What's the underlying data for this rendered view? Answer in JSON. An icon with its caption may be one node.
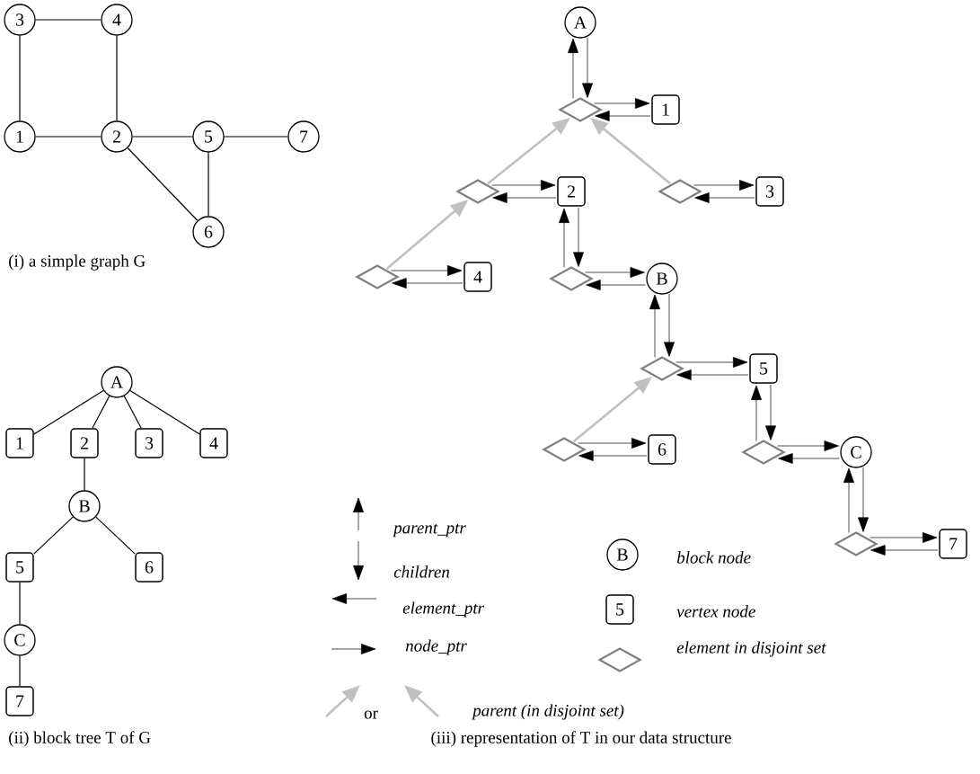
{
  "diagram": {
    "nodes": [
      {
        "text": [
          "3"
        ]
      },
      {
        "text": [
          "4"
        ]
      },
      {
        "text": [
          "1"
        ]
      },
      {
        "text": [
          "2"
        ]
      },
      {
        "text": [
          "5"
        ]
      },
      {
        "text": [
          "7"
        ]
      },
      {
        "text": [
          "6"
        ]
      },
      {
        "text": [
          "A"
        ]
      },
      {
        "text": [
          "1"
        ]
      },
      {
        "text": [
          "2"
        ]
      },
      {
        "text": [
          "3"
        ]
      },
      {
        "text": [
          "4"
        ]
      },
      {
        "text": [
          "B"
        ]
      },
      {
        "text": [
          "5"
        ]
      },
      {
        "text": [
          "6"
        ]
      },
      {
        "text": [
          "C"
        ]
      },
      {
        "text": [
          "7"
        ]
      },
      {
        "text": [
          "A"
        ]
      },
      {
        "text": [],
        "shape": "diamond"
      },
      {
        "text": [
          "1"
        ]
      },
      {
        "text": [],
        "shape": "diamond"
      },
      {
        "text": [
          "2"
        ]
      },
      {
        "text": [],
        "shape": "diamond"
      },
      {
        "text": [
          "3"
        ]
      },
      {
        "text": [],
        "shape": "diamond"
      },
      {
        "text": [
          "4"
        ]
      },
      {
        "text": [],
        "shape": "diamond"
      },
      {
        "text": [
          "B"
        ]
      },
      {
        "text": [],
        "shape": "diamond"
      },
      {
        "text": [
          "5"
        ]
      },
      {
        "text": [],
        "shape": "diamond"
      },
      {
        "text": [
          "6"
        ]
      },
      {
        "text": [],
        "shape": "diamond"
      },
      {
        "text": [
          "C"
        ]
      },
      {
        "text": [],
        "shape": "diamond"
      },
      {
        "text": [
          "7"
        ]
      }
    ],
    "edges": [
      {
        "from": 0,
        "to": 1,
        "arrow": "none"
      },
      {
        "from": 0,
        "to": 2,
        "arrow": "none"
      },
      {
        "from": 1,
        "to": 3,
        "arrow": "none"
      },
      {
        "from": 2,
        "to": 3,
        "arrow": "none"
      },
      {
        "from": 3,
        "to": 4,
        "arrow": "none"
      },
      {
        "from": 4,
        "to": 5,
        "arrow": "none"
      },
      {
        "from": 3,
        "to": 6,
        "arrow": "none"
      },
      {
        "from": 4,
        "to": 6,
        "arrow": "none"
      },
      {
        "from": 7,
        "to": 8,
        "arrow": "none"
      },
      {
        "from": 7,
        "to": 9,
        "arrow": "none"
      },
      {
        "from": 7,
        "to": 10,
        "arrow": "none"
      },
      {
        "from": 7,
        "to": 11,
        "arrow": "none"
      },
      {
        "from": 9,
        "to": 12,
        "arrow": "none"
      },
      {
        "from": 12,
        "to": 13,
        "arrow": "none"
      },
      {
        "from": 12,
        "to": 14,
        "arrow": "none"
      },
      {
        "from": 13,
        "to": 15,
        "arrow": "none"
      },
      {
        "from": 15,
        "to": 16,
        "arrow": "none"
      },
      {
        "from": 18,
        "to": 17,
        "arrow": "to"
      },
      {
        "from": 17,
        "to": 18,
        "arrow": "to"
      },
      {
        "from": 18,
        "to": 19,
        "arrow": "to"
      },
      {
        "from": 19,
        "to": 18,
        "arrow": "to"
      },
      {
        "from": 20,
        "to": 18,
        "arrow": "to",
        "style": "thick",
        "color": "#c0c0c0"
      },
      {
        "from": 22,
        "to": 18,
        "arrow": "to",
        "style": "thick",
        "color": "#c0c0c0"
      },
      {
        "from": 20,
        "to": 21,
        "arrow": "to"
      },
      {
        "from": 21,
        "to": 20,
        "arrow": "to"
      },
      {
        "from": 22,
        "to": 23,
        "arrow": "to"
      },
      {
        "from": 23,
        "to": 22,
        "arrow": "to"
      },
      {
        "from": 24,
        "to": 20,
        "arrow": "to",
        "style": "thick",
        "color": "#c0c0c0"
      },
      {
        "from": 24,
        "to": 25,
        "arrow": "to"
      },
      {
        "from": 25,
        "to": 24,
        "arrow": "to"
      },
      {
        "from": 26,
        "to": 21,
        "arrow": "to"
      },
      {
        "from": 21,
        "to": 26,
        "arrow": "to"
      },
      {
        "from": 26,
        "to": 27,
        "arrow": "to"
      },
      {
        "from": 27,
        "to": 26,
        "arrow": "to"
      },
      {
        "from": 28,
        "to": 27,
        "arrow": "to"
      },
      {
        "from": 27,
        "to": 28,
        "arrow": "to"
      },
      {
        "from": 28,
        "to": 29,
        "arrow": "to"
      },
      {
        "from": 29,
        "to": 28,
        "arrow": "to"
      },
      {
        "from": 30,
        "to": 28,
        "arrow": "to",
        "style": "thick",
        "color": "#c0c0c0"
      },
      {
        "from": 30,
        "to": 31,
        "arrow": "to"
      },
      {
        "from": 31,
        "to": 30,
        "arrow": "to"
      },
      {
        "from": 32,
        "to": 29,
        "arrow": "to"
      },
      {
        "from": 29,
        "to": 32,
        "arrow": "to"
      },
      {
        "from": 32,
        "to": 33,
        "arrow": "to"
      },
      {
        "from": 33,
        "to": 32,
        "arrow": "to"
      },
      {
        "from": 34,
        "to": 33,
        "arrow": "to"
      },
      {
        "from": 33,
        "to": 34,
        "arrow": "to"
      },
      {
        "from": 34,
        "to": 35,
        "arrow": "to"
      },
      {
        "from": 35,
        "to": 34,
        "arrow": "to"
      }
    ],
    "labels": [
      "(i) a simple graph G",
      "(ii) block tree T of G",
      "B",
      "5",
      "or",
      "(iii) representation  of T in our data structure"
    ],
    "legend": [
      {
        "text": "parent_ptr"
      },
      {
        "text": "children"
      },
      {
        "text": "element_ptr"
      },
      {
        "text": "node_ptr"
      },
      {
        "text": "block node"
      },
      {
        "text": "vertex node"
      },
      {
        "text": "element in disjoint set"
      },
      {
        "text": "parent (in disjoint set)"
      }
    ]
  }
}
